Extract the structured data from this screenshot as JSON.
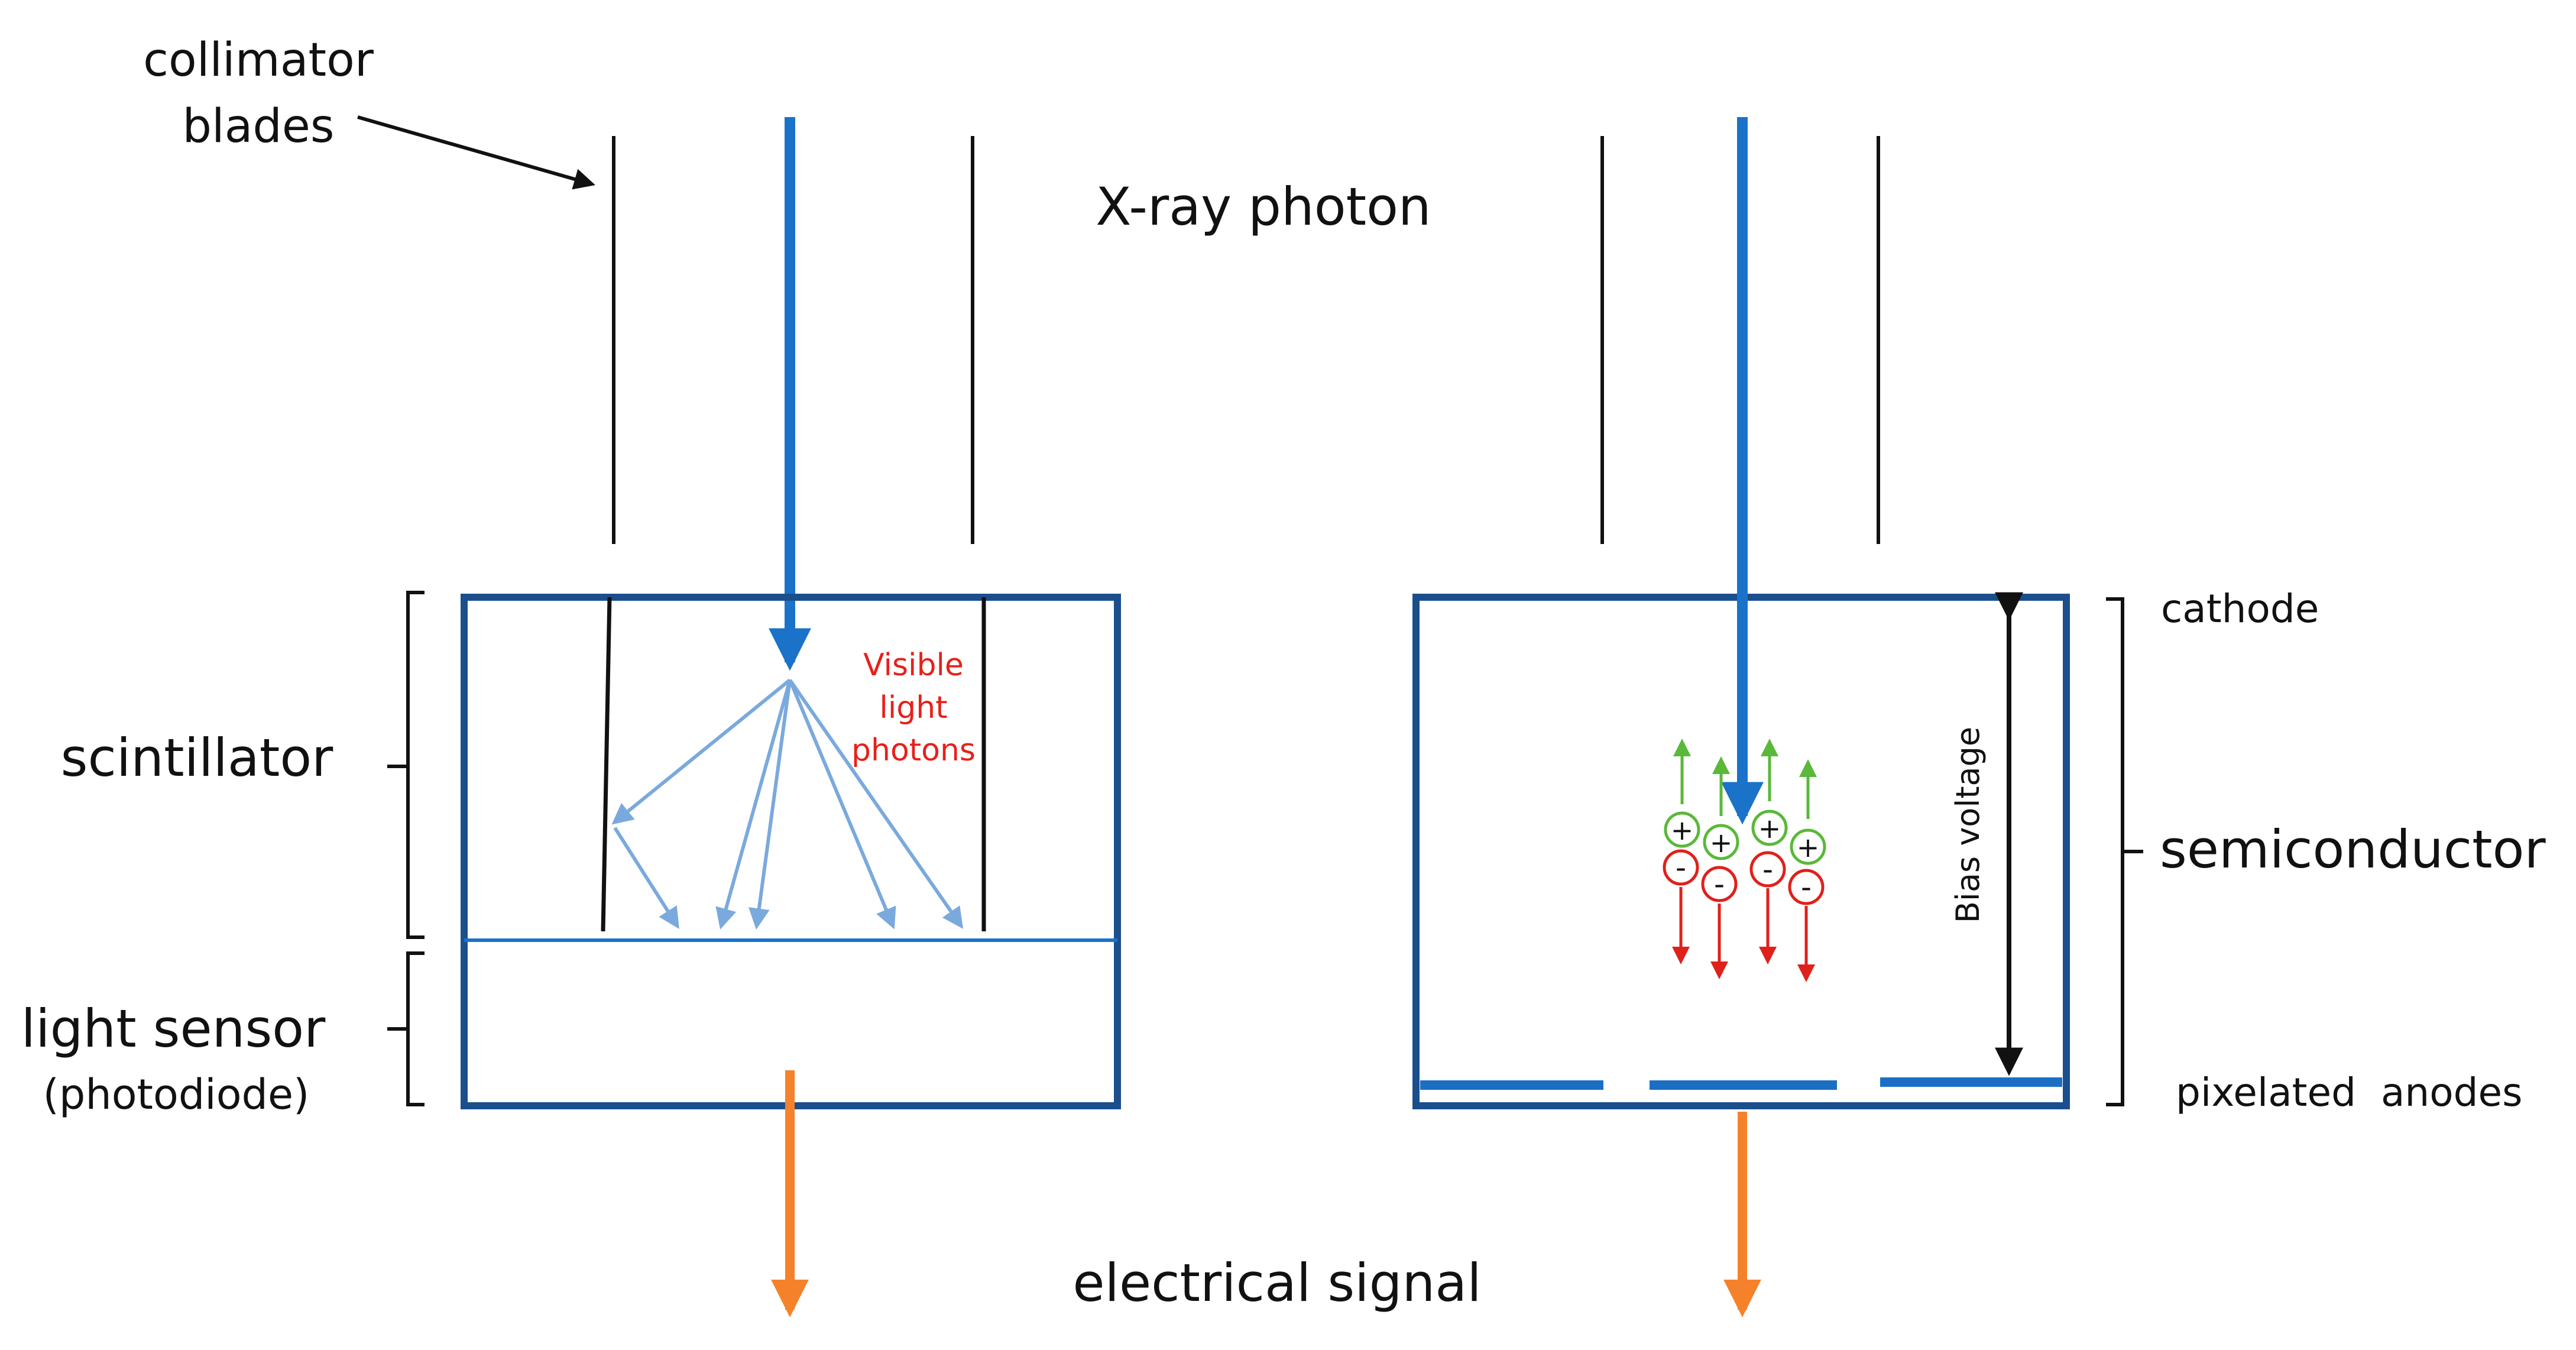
{
  "labels": {
    "collimator_line1": "collimator",
    "collimator_line2": "blades",
    "xray_photon": "X-ray photon",
    "scintillator": "scintillator",
    "light_sensor": "light sensor",
    "photodiode": "(photodiode)",
    "visible_line1": "Visible",
    "visible_line2": "light",
    "visible_line3": "photons",
    "cathode": "cathode",
    "semiconductor": "semiconductor",
    "pixelated_anodes": "pixelated  anodes",
    "bias_voltage": "Bias voltage",
    "electrical_signal": "electrical signal"
  },
  "charges": {
    "positive_symbol": "+",
    "negative_symbol": "-"
  },
  "colors": {
    "xray_beam": "#1a72c9",
    "detector_frame": "#1b4f8c",
    "light_ray": "#7aa9dd",
    "visible_text": "#e8201a",
    "signal": "#f5822a",
    "positive_charge": "#5ab83a",
    "negative_charge": "#e0201a",
    "anode": "#1a6fc4",
    "ink": "#111111"
  }
}
